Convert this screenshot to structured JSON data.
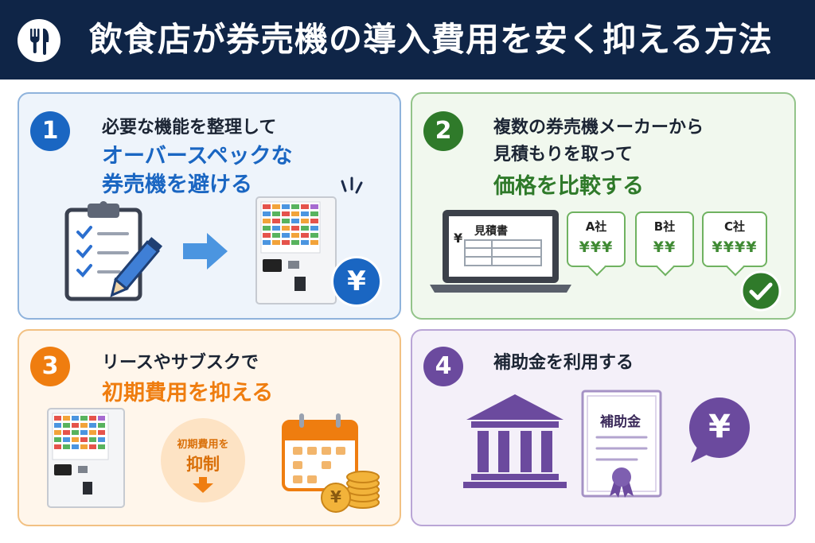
{
  "header": {
    "title": "飲食店が券売機の導入費用を安く抑える方法",
    "icon": "fork-knife-icon"
  },
  "steps": [
    {
      "number": "1",
      "line1": "必要な機能を整理して",
      "line2": "オーバースペックな",
      "line3": "券売機を避ける",
      "color": "#1a66c2"
    },
    {
      "number": "2",
      "line1": "複数の券売機メーカーから",
      "line2": "見積もりを取って",
      "line3": "価格を比較する",
      "color": "#2f7a2a",
      "doc_title": "見積書",
      "doc_yen": "¥",
      "quotes": [
        {
          "name": "A社",
          "price": "¥¥¥"
        },
        {
          "name": "B社",
          "price": "¥¥"
        },
        {
          "name": "C社",
          "price": "¥¥¥¥"
        }
      ]
    },
    {
      "number": "3",
      "line1": "リースやサブスクで",
      "line2": "初期費用を抑える",
      "color": "#ef7d0f",
      "circle_line1": "初期費用を",
      "circle_line2": "抑制"
    },
    {
      "number": "4",
      "line1": "補助金を利用する",
      "color": "#6b4a9e",
      "doc_title": "補助金",
      "yen": "¥"
    }
  ],
  "yen_symbol": "¥"
}
